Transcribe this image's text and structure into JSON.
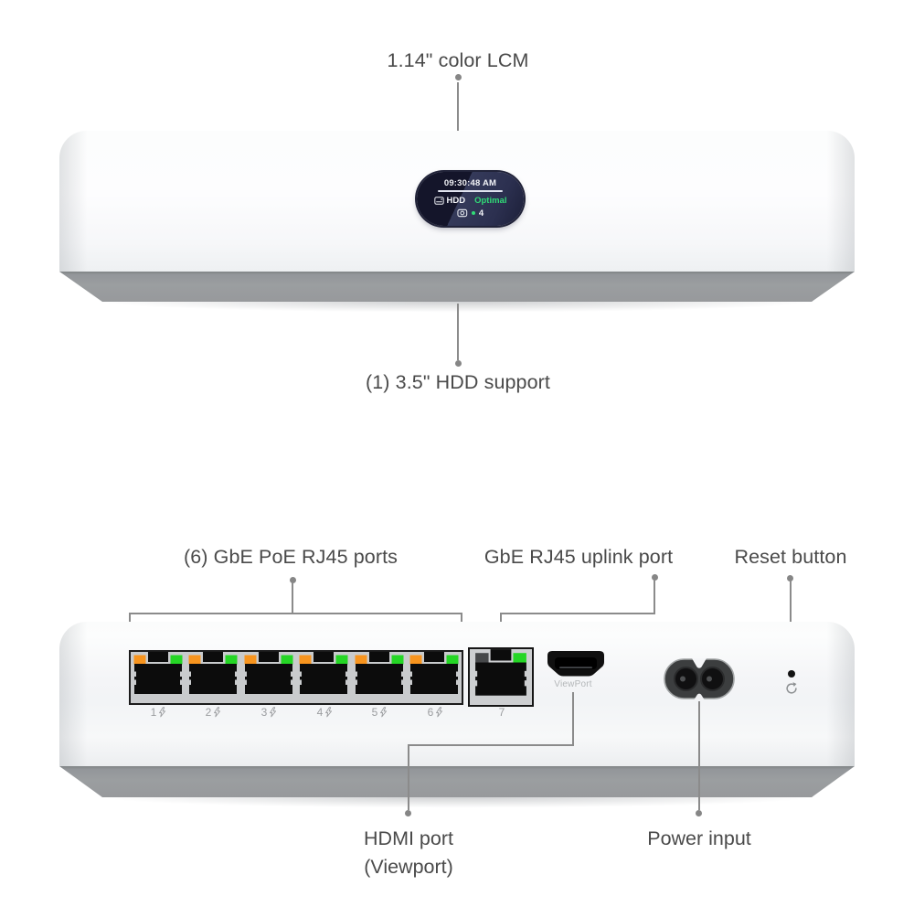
{
  "front_view": {
    "lcm_callout": "1.14\" color LCM",
    "hdd_callout": "(1) 3.5\" HDD support",
    "lcm_screen": {
      "time": "09:30:48 AM",
      "drive_label": "HDD",
      "drive_status": "Optimal",
      "device_count": "4"
    }
  },
  "back_view": {
    "poe_callout": "(6) GbE PoE RJ45 ports",
    "uplink_callout": "GbE RJ45 uplink port",
    "reset_callout": "Reset button",
    "hdmi_callout_line1": "HDMI port",
    "hdmi_callout_line2": "(Viewport)",
    "power_callout": "Power input",
    "hdmi_port_label": "ViewPort",
    "uplink_port_number": "7",
    "poe_ports": [
      {
        "number": "1"
      },
      {
        "number": "2"
      },
      {
        "number": "3"
      },
      {
        "number": "4"
      },
      {
        "number": "5"
      },
      {
        "number": "6"
      }
    ]
  },
  "colors": {
    "led_orange": "#f7941e",
    "led_green": "#25d625",
    "status_green": "#31db77",
    "lcm_background_dark": "#14152a",
    "lcm_background_light": "#353a5a",
    "leader_line": "#8b8b8b",
    "label_text": "#4a4a4a",
    "base_gray": "#9b9ea0"
  }
}
